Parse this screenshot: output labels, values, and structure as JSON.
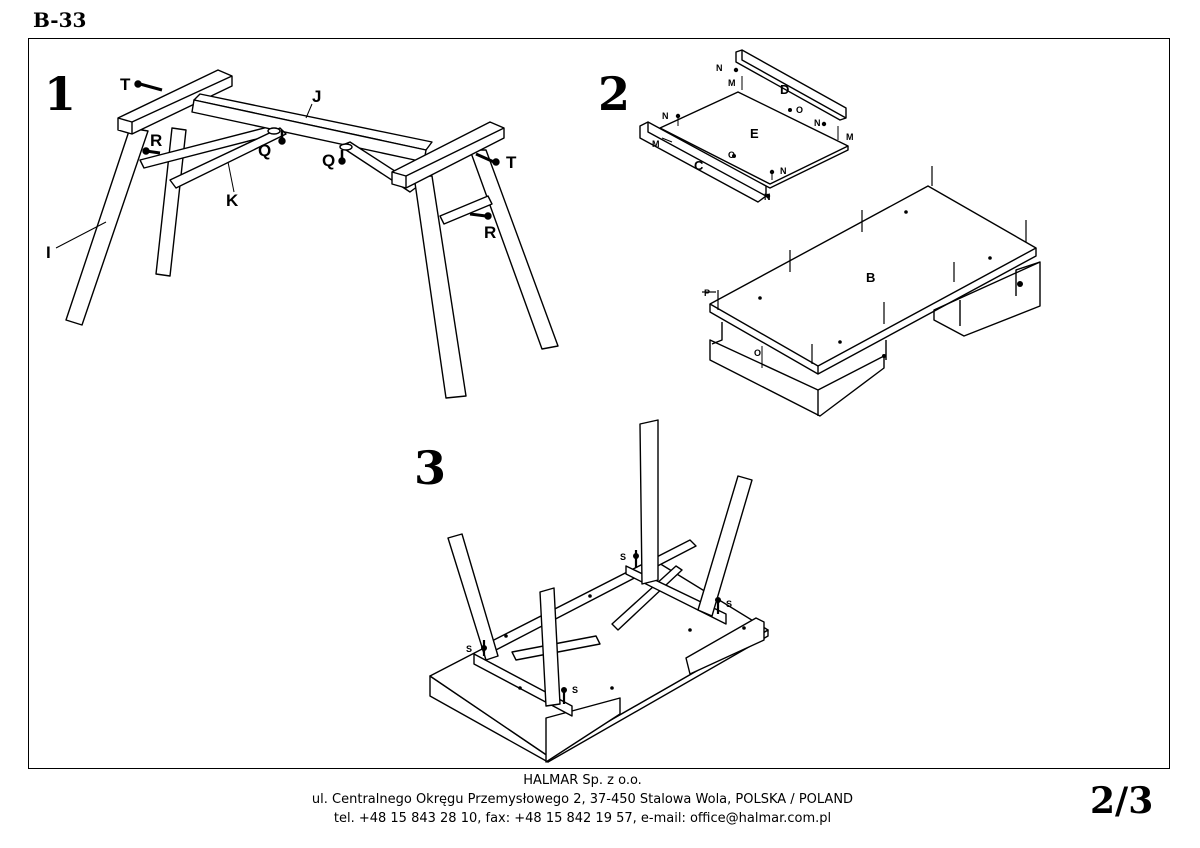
{
  "header": {
    "model_code": "B-33"
  },
  "steps": [
    {
      "number": "1",
      "labels": [
        "T",
        "J",
        "R",
        "Q",
        "Q",
        "T",
        "K",
        "R",
        "I"
      ]
    },
    {
      "number": "2",
      "labels": [
        "N",
        "M",
        "D",
        "O",
        "N",
        "M",
        "N",
        "M",
        "E",
        "O",
        "C",
        "N",
        "N",
        "B",
        "P",
        "O"
      ]
    },
    {
      "number": "3",
      "labels": [
        "S",
        "S",
        "S",
        "S"
      ]
    }
  ],
  "footer": {
    "company": "HALMAR Sp. z o.o.",
    "address": "ul. Centralnego Okręgu Przemysłowego 2, 37-450 Stalowa Wola, POLSKA / POLAND",
    "contact": "tel. +48 15 843 28 10, fax: +48 15 842 19 57, e-mail: office@halmar.com.pl"
  },
  "page": {
    "number": "2/3"
  }
}
